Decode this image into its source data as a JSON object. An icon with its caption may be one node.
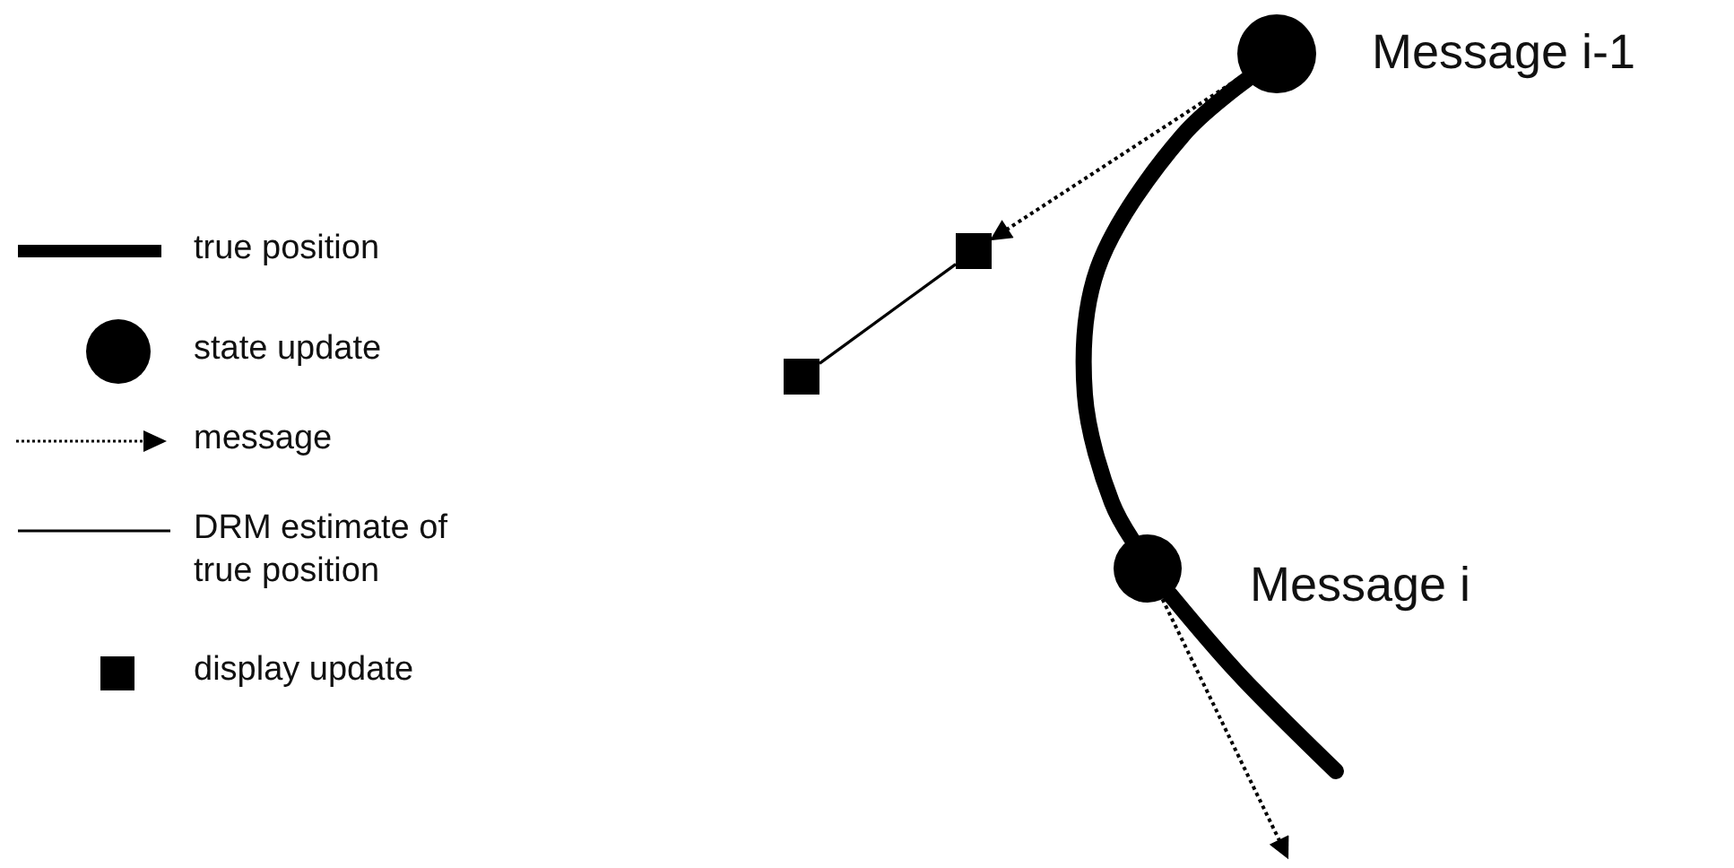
{
  "diagram": {
    "nodes": [
      {
        "text": [],
        "shape": "circle",
        "beside": [
          "Message i-1"
        ]
      },
      {
        "text": [],
        "shape": "box"
      },
      {
        "text": [],
        "shape": "box"
      },
      {
        "text": [],
        "shape": "circle",
        "beside": [
          "Message i"
        ]
      }
    ],
    "edges": [
      {
        "from": 0,
        "to": 3,
        "arrow": "none",
        "style": "thick"
      },
      {
        "from": 3,
        "to": null,
        "arrow": "none",
        "style": "thick"
      },
      {
        "from": 0,
        "to": 1,
        "arrow": "to",
        "style": "dashed"
      },
      {
        "from": 1,
        "to": 2,
        "arrow": "none"
      },
      {
        "from": 3,
        "to": null,
        "arrow": "to",
        "style": "dashed"
      }
    ],
    "legend": [
      {
        "text": "true position"
      },
      {
        "text": "state update"
      },
      {
        "text": "message"
      },
      {
        "text": "DRM estimate of true position"
      },
      {
        "text": "display update"
      }
    ]
  }
}
